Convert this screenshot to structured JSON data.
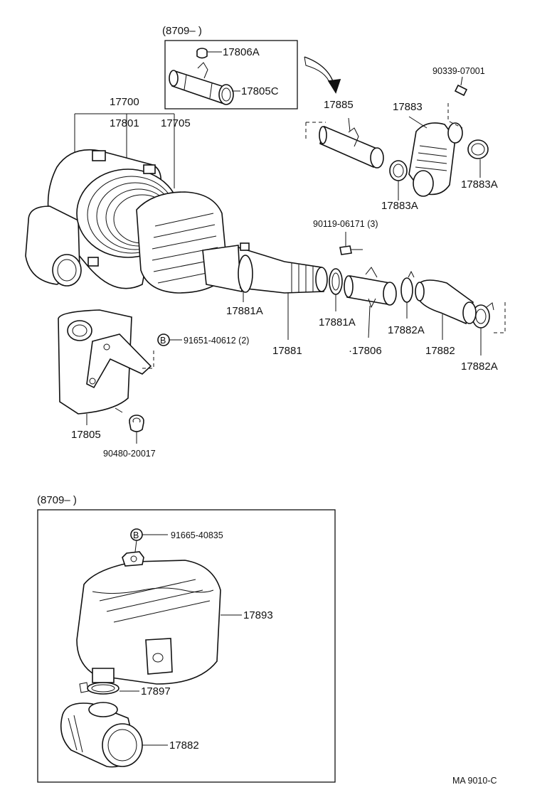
{
  "top_box_label": "(8709–      )",
  "bottom_box_label": "(8709–      )",
  "footer_code": "MA  9010-C",
  "parts": {
    "p17806A": "17806A",
    "p17805C": "17805C",
    "p17700": "17700",
    "p17801": "17801",
    "p17705": "17705",
    "p17885": "17885",
    "p17883": "17883",
    "p90339": "90339-07001",
    "p17883A_1": "17883A",
    "p17883A_2": "17883A",
    "p90119": "90119-06171 (3)",
    "p17881A_1": "17881A",
    "p17881A_2": "17881A",
    "p17881": "17881",
    "p17806": "·17806",
    "p17882A_1": "17882A",
    "p17882": "17882",
    "p17882A_2": "17882A",
    "p91651": "91651-40612 (2)",
    "p17805": "17805",
    "p90480": "90480-20017",
    "p91665": "91665-40835",
    "p17893": "17893",
    "p17897": "17897",
    "p17882_b": "17882"
  },
  "bolt_marker": "B"
}
